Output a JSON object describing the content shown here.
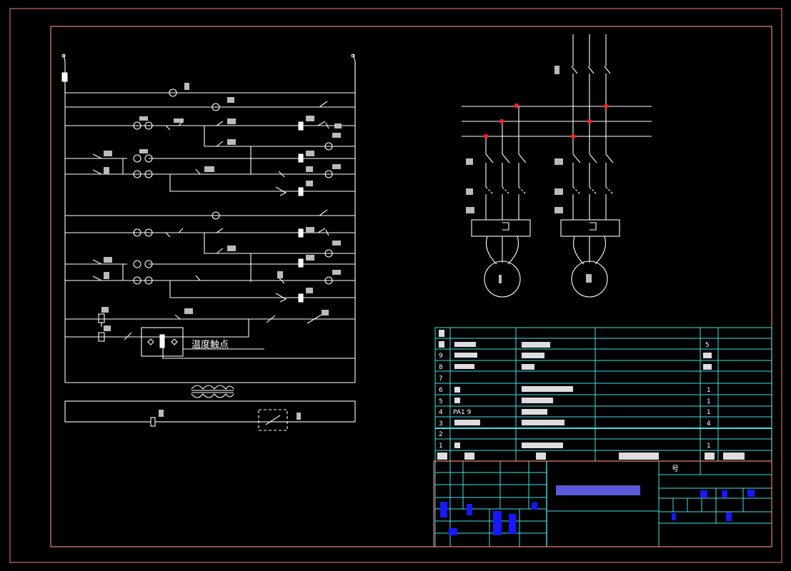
{
  "colors": {
    "background": "#000000",
    "outer_frame": "#f08070",
    "wires": "#ffffff",
    "table_lines": "#40e0e8",
    "junctions": "#ff2020",
    "stamp_blue": "#1818ff"
  },
  "control_circuit": {
    "annotation": "温度触点"
  },
  "parts_list": {
    "rows": [
      {
        "no": "",
        "code": "",
        "name": "",
        "qty": ""
      },
      {
        "no": "",
        "code": "",
        "name": "",
        "qty": "5"
      },
      {
        "no": "9",
        "code": "",
        "name": "",
        "qty": ""
      },
      {
        "no": "8",
        "code": "",
        "name": "",
        "qty": ""
      },
      {
        "no": "7",
        "code": "",
        "name": "",
        "qty": ""
      },
      {
        "no": "6",
        "code": "",
        "name": "",
        "qty": "1"
      },
      {
        "no": "5",
        "code": "",
        "name": "",
        "qty": "1"
      },
      {
        "no": "4",
        "code": "PA1 9",
        "name": "",
        "qty": "1"
      },
      {
        "no": "3",
        "code": "",
        "name": "",
        "qty": "4"
      },
      {
        "no": "2",
        "code": "",
        "name": "",
        "qty": ""
      },
      {
        "no": "1",
        "code": "",
        "name": "",
        "qty": "1"
      }
    ]
  },
  "title_block": {
    "drawing_no_label": "号"
  }
}
